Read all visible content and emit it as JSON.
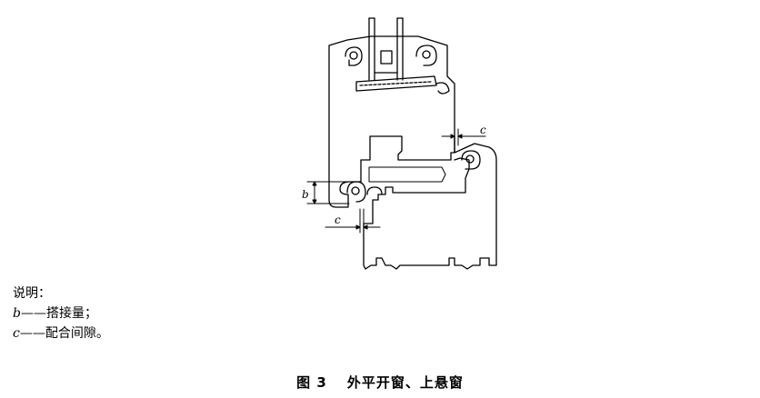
{
  "figure": {
    "dimension_labels": {
      "top_gap": "c",
      "overlap": "b",
      "bottom_gap": "c"
    }
  },
  "legend": {
    "heading": "说明：",
    "items": [
      {
        "symbol": "b",
        "dash": "——",
        "text": "搭接量；"
      },
      {
        "symbol": "c",
        "dash": "——",
        "text": "配合间隙。"
      }
    ]
  },
  "caption": {
    "number": "图 3",
    "title": "外平开窗、上悬窗"
  }
}
